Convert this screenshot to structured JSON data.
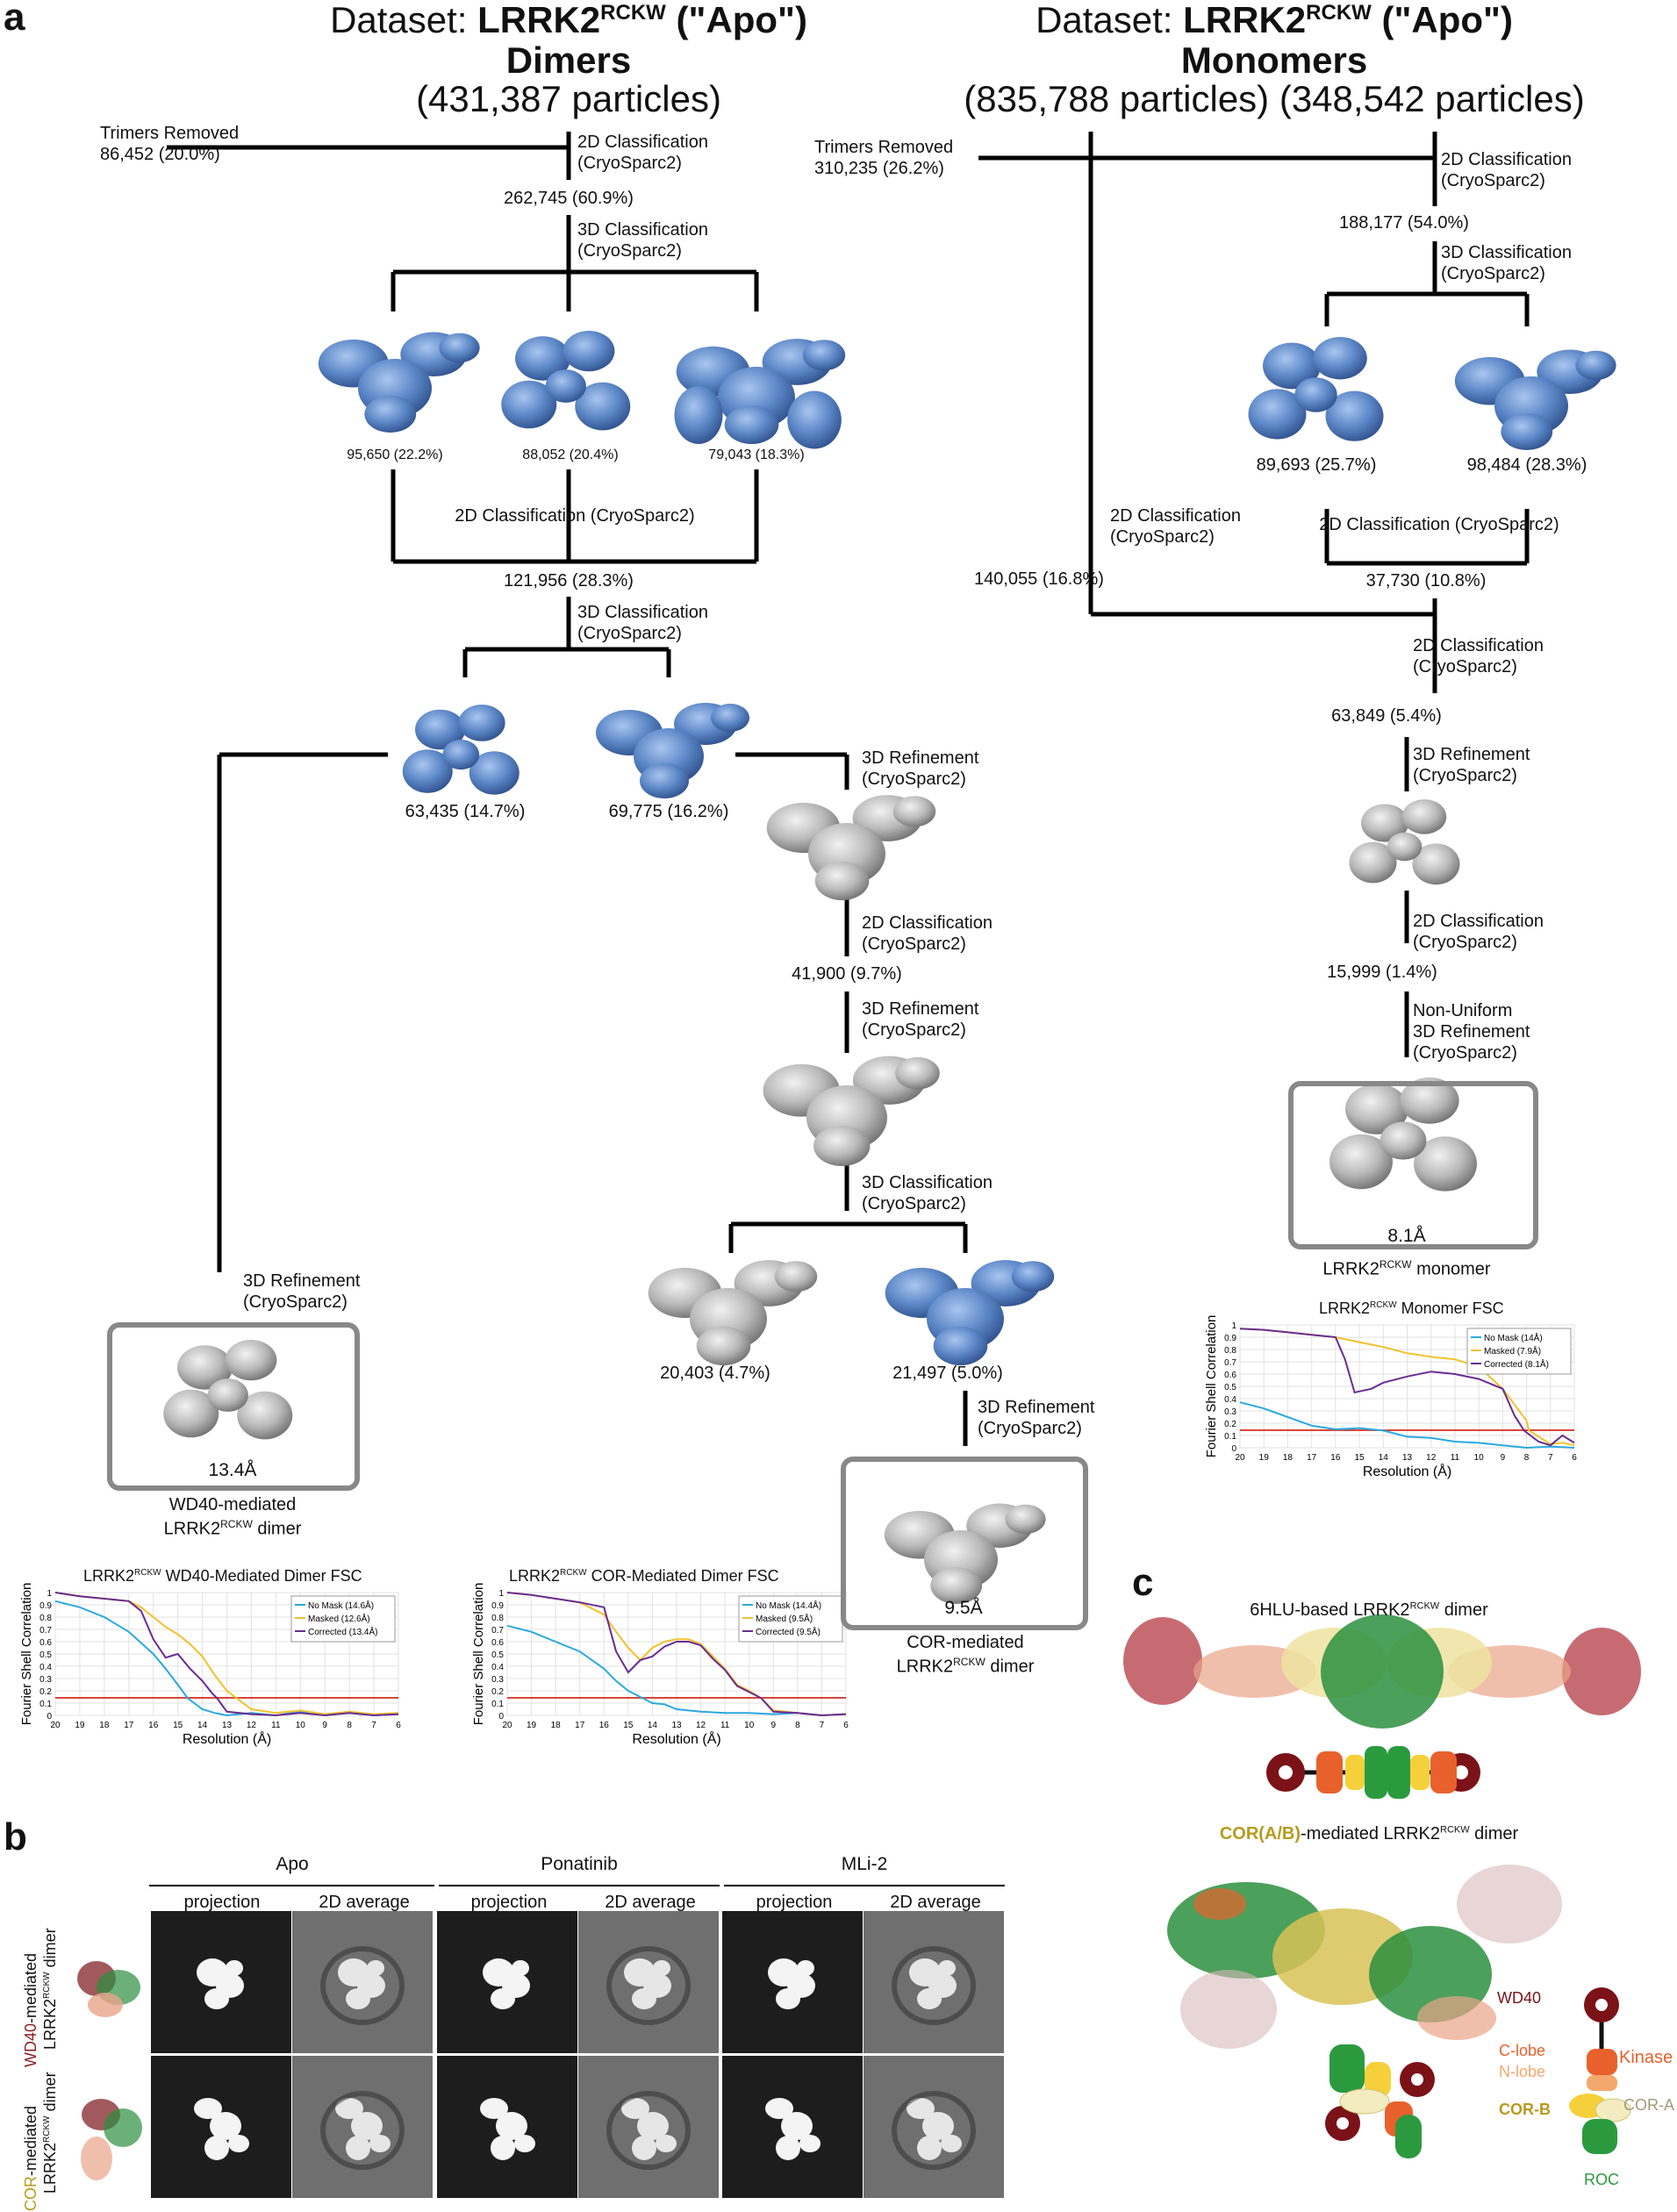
{
  "panels": {
    "a": "a",
    "b": "b",
    "c": "c"
  },
  "header_left": {
    "prefix": "Dataset: ",
    "name": "LRRK2",
    "sup": "RCKW",
    "suffix": " (\"Apo\")",
    "subtitle": "Dimers",
    "count": "(431,387 particles)"
  },
  "header_right": {
    "prefix": "Dataset: ",
    "name": "LRRK2",
    "sup": "RCKW",
    "suffix": " (\"Apo\")",
    "subtitle": "Monomers",
    "count": "(835,788 particles) (348,542 particles)"
  },
  "left": {
    "trimers_removed": "Trimers Removed",
    "trimers_count": "86,452 (20.0%)",
    "step1": "2D Classification",
    "step1b": "(CryoSparc2)",
    "n1": "262,745 (60.9%)",
    "step2": "3D Classification",
    "step2b": "(CryoSparc2)",
    "c1": "95,650 (22.2%)",
    "c2": "88,052 (20.4%)",
    "c3": "79,043 (18.3%)",
    "step3": "2D Classification (CryoSparc2)",
    "n2": "121,956 (28.3%)",
    "step4": "3D Classification",
    "step4b": "(CryoSparc2)",
    "d1": "63,435 (14.7%)",
    "d2": "69,775 (16.2%)",
    "step5": "3D Refinement",
    "step5b": "(CryoSparc2)",
    "step6": "2D Classification",
    "step6b": "(CryoSparc2)",
    "n3": "41,900 (9.7%)",
    "step7": "3D Refinement",
    "step7b": "(CryoSparc2)",
    "step8": "3D Classification",
    "step8b": "(CryoSparc2)",
    "e1": "20,403 (4.7%)",
    "e2": "21,497 (5.0%)",
    "step9": "3D Refinement",
    "step9b": "(CryoSparc2)",
    "cor_res": "9.5Å",
    "cor_label1": "COR-mediated",
    "cor_label2": "LRRK2",
    "cor_sup": "RCKW",
    "cor_label3": " dimer",
    "wd_step": "3D Refinement",
    "wd_stepb": "(CryoSparc2)",
    "wd_res": "13.4Å",
    "wd_label1": "WD40-mediated",
    "wd_label2": "LRRK2",
    "wd_sup": "RCKW",
    "wd_label3": " dimer"
  },
  "right": {
    "trimers_removed": "Trimers Removed",
    "trimers_count": "310,235 (26.2%)",
    "step1": "2D Classification",
    "step1b": "(CryoSparc2)",
    "n1": "188,177 (54.0%)",
    "step2": "3D Classification",
    "step2b": "(CryoSparc2)",
    "c1": "89,693 (25.7%)",
    "c2": "98,484 (28.3%)",
    "side_step": "2D Classification",
    "side_stepb": "(CryoSparc2)",
    "side_n": "140,055 (16.8%)",
    "step3": "2D Classification (CryoSparc2)",
    "n2": "37,730 (10.8%)",
    "step4": "2D Classification",
    "step4b": "(CryoSparc2)",
    "n3": "63,849 (5.4%)",
    "step5": "3D Refinement",
    "step5b": "(CryoSparc2)",
    "step6": "2D Classification",
    "step6b": "(CryoSparc2)",
    "n4": "15,999 (1.4%)",
    "step7": "Non-Uniform",
    "step7b": "3D Refinement",
    "step7c": "(CryoSparc2)",
    "mono_res": "8.1Å",
    "mono_label": "LRRK2",
    "mono_sup": "RCKW",
    "mono_label2": " monomer"
  },
  "fsc_charts": [
    {
      "title_pre": "LRRK2",
      "title_sup": "RCKW",
      "title_post": " WD40-Mediated Dimer FSC",
      "legend": [
        "No Mask (14.6Å)",
        "Masked (12.6Å)",
        "Corrected (13.4Å)"
      ]
    },
    {
      "title_pre": "LRRK2",
      "title_sup": "RCKW",
      "title_post": " COR-Mediated Dimer FSC",
      "legend": [
        "No Mask (14.4Å)",
        "Masked (9.5Å)",
        "Corrected (9.5Å)"
      ]
    },
    {
      "title_pre": "LRRK2",
      "title_sup": "RCKW",
      "title_post": " Monomer FSC",
      "legend": [
        "No Mask (14Å)",
        "Masked (7.9Å)",
        "Corrected (8.1Å)"
      ]
    }
  ],
  "chart_data": [
    {
      "type": "line",
      "title": "LRRK2RCKW WD40-Mediated Dimer FSC",
      "xlabel": "Resolution (Å)",
      "ylabel": "Fourier Shell Correlation",
      "xticks": [
        20,
        19,
        18,
        17,
        16,
        15,
        14,
        13,
        12,
        11,
        10,
        9,
        8,
        7,
        6
      ],
      "yticks": [
        0,
        0.1,
        0.2,
        0.3,
        0.4,
        0.5,
        0.6,
        0.7,
        0.8,
        0.9,
        1
      ],
      "threshold": 0.143,
      "colors": [
        "#2aa9e0",
        "#f2c12e",
        "#6a2c91"
      ],
      "threshold_color": "#d9453a",
      "series": [
        {
          "name": "No Mask (14.6Å)",
          "x": [
            20,
            19,
            18,
            17,
            16,
            15.5,
            15,
            14.6,
            14,
            13.5,
            13,
            12,
            11,
            10,
            9,
            8,
            7,
            6
          ],
          "y": [
            0.93,
            0.88,
            0.8,
            0.68,
            0.5,
            0.38,
            0.25,
            0.14,
            0.05,
            0.02,
            0.0,
            0.02,
            0.0,
            0.03,
            0.0,
            0.02,
            0.0,
            0.01
          ]
        },
        {
          "name": "Masked (12.6Å)",
          "x": [
            20,
            19,
            18,
            17,
            16.5,
            16,
            15.5,
            15,
            14.5,
            14,
            13.5,
            13,
            12.6,
            12,
            11,
            10,
            9,
            8,
            7,
            6
          ],
          "y": [
            1.0,
            0.97,
            0.95,
            0.93,
            0.88,
            0.8,
            0.72,
            0.66,
            0.58,
            0.48,
            0.33,
            0.2,
            0.14,
            0.05,
            0.02,
            0.04,
            0.01,
            0.03,
            0.01,
            0.02
          ]
        },
        {
          "name": "Corrected (13.4Å)",
          "x": [
            20,
            19,
            18,
            17,
            16.5,
            16,
            15.5,
            15,
            14.5,
            14,
            13.6,
            13.4,
            13,
            12,
            11,
            10,
            9,
            8,
            7,
            6
          ],
          "y": [
            1.0,
            0.97,
            0.95,
            0.93,
            0.85,
            0.62,
            0.47,
            0.5,
            0.38,
            0.28,
            0.18,
            0.14,
            0.03,
            0.01,
            0.0,
            0.02,
            0.0,
            0.02,
            0.0,
            0.01
          ]
        }
      ]
    },
    {
      "type": "line",
      "title": "LRRK2RCKW COR-Mediated Dimer FSC",
      "xlabel": "Resolution (Å)",
      "ylabel": "Fourier Shell Correlation",
      "xticks": [
        20,
        19,
        18,
        17,
        16,
        15,
        14,
        13,
        12,
        11,
        10,
        9,
        8,
        7,
        6
      ],
      "yticks": [
        0,
        0.1,
        0.2,
        0.3,
        0.4,
        0.5,
        0.6,
        0.7,
        0.8,
        0.9,
        1
      ],
      "threshold": 0.143,
      "colors": [
        "#2aa9e0",
        "#f2c12e",
        "#6a2c91"
      ],
      "threshold_color": "#d9453a",
      "series": [
        {
          "name": "No Mask (14.4Å)",
          "x": [
            20,
            19,
            18,
            17,
            16,
            15.5,
            15,
            14.4,
            14,
            13.5,
            13,
            12,
            11,
            10,
            9,
            8,
            7,
            6
          ],
          "y": [
            0.73,
            0.68,
            0.6,
            0.52,
            0.38,
            0.28,
            0.2,
            0.14,
            0.1,
            0.09,
            0.05,
            0.03,
            0.02,
            0.02,
            0.01,
            0.02,
            0.0,
            0.01
          ]
        },
        {
          "name": "Masked (9.5Å)",
          "x": [
            20,
            19,
            18,
            17,
            16,
            15.5,
            15,
            14.5,
            14,
            13.5,
            13,
            12.5,
            12,
            11.5,
            11,
            10.5,
            10,
            9.5,
            9,
            8,
            7,
            6
          ],
          "y": [
            1.0,
            0.98,
            0.95,
            0.92,
            0.82,
            0.68,
            0.55,
            0.45,
            0.55,
            0.6,
            0.62,
            0.62,
            0.58,
            0.48,
            0.38,
            0.25,
            0.2,
            0.14,
            0.04,
            0.02,
            0.0,
            0.01
          ]
        },
        {
          "name": "Corrected (9.5Å)",
          "x": [
            20,
            19,
            18,
            17,
            16,
            15.5,
            15,
            14.5,
            14,
            13.5,
            13,
            12.5,
            12,
            11.5,
            11,
            10.5,
            10,
            9.5,
            9,
            8,
            7,
            6
          ],
          "y": [
            1.0,
            0.98,
            0.95,
            0.92,
            0.88,
            0.52,
            0.35,
            0.45,
            0.48,
            0.56,
            0.6,
            0.6,
            0.57,
            0.46,
            0.37,
            0.24,
            0.19,
            0.14,
            0.03,
            0.02,
            0.0,
            0.01
          ]
        }
      ]
    },
    {
      "type": "line",
      "title": "LRRK2RCKW Monomer FSC",
      "xlabel": "Resolution (Å)",
      "ylabel": "Fourier Shell Correlation",
      "xticks": [
        20,
        19,
        18,
        17,
        16,
        15,
        14,
        13,
        12,
        11,
        10,
        9,
        8,
        7,
        6
      ],
      "yticks": [
        0,
        0.1,
        0.2,
        0.3,
        0.4,
        0.5,
        0.6,
        0.7,
        0.8,
        0.9,
        1
      ],
      "threshold": 0.143,
      "colors": [
        "#2aa9e0",
        "#f2c12e",
        "#6a2c91"
      ],
      "threshold_color": "#d9453a",
      "series": [
        {
          "name": "No Mask (14Å)",
          "x": [
            20,
            19,
            18,
            17,
            16,
            15,
            14,
            13,
            12,
            11,
            10,
            9,
            8,
            7,
            6
          ],
          "y": [
            0.37,
            0.32,
            0.25,
            0.18,
            0.15,
            0.16,
            0.14,
            0.09,
            0.08,
            0.05,
            0.04,
            0.02,
            0.0,
            0.01,
            0.0
          ]
        },
        {
          "name": "Masked (7.9Å)",
          "x": [
            20,
            19,
            18,
            17,
            16,
            15,
            14,
            13,
            12,
            11,
            10,
            9,
            8,
            7.9,
            7,
            6.5,
            6
          ],
          "y": [
            0.97,
            0.96,
            0.94,
            0.92,
            0.9,
            0.86,
            0.82,
            0.77,
            0.74,
            0.72,
            0.66,
            0.48,
            0.22,
            0.14,
            0.03,
            0.04,
            0.02
          ]
        },
        {
          "name": "Corrected (8.1Å)",
          "x": [
            20,
            19,
            18,
            17,
            16,
            15.6,
            15.2,
            14.5,
            14,
            13,
            12,
            11,
            10,
            9,
            8.5,
            8.1,
            7.5,
            7,
            6.5,
            6
          ],
          "y": [
            0.97,
            0.96,
            0.94,
            0.92,
            0.9,
            0.72,
            0.45,
            0.48,
            0.53,
            0.58,
            0.62,
            0.6,
            0.56,
            0.48,
            0.26,
            0.14,
            0.05,
            0.02,
            0.1,
            0.04
          ]
        }
      ]
    }
  ],
  "panel_b": {
    "conditions": [
      "Apo",
      "Ponatinib",
      "MLi-2"
    ],
    "subheads": [
      "projection",
      "2D average",
      "projection",
      "2D average",
      "projection",
      "2D average"
    ],
    "row1": {
      "colored": "WD40",
      "label": "-mediated",
      "line2": "LRRK2",
      "sup": "RCKW",
      "line3": " dimer"
    },
    "row2": {
      "colored": "COR",
      "label": "-mediated",
      "line2": "LRRK2",
      "sup": "RCKW",
      "line3": " dimer"
    }
  },
  "panel_c": {
    "title1_pre": "6HLU-based LRRK2",
    "title1_sup": "RCKW",
    "title1_post": " dimer",
    "title2_colored": "COR(A/B)",
    "title2_pre": "-mediated LRRK2",
    "title2_sup": "RCKW",
    "title2_post": " dimer",
    "key": {
      "wd40": "WD40",
      "clobe": "C-lobe",
      "nlobe": "N-lobe",
      "kinase": "Kinase",
      "corb": "COR-B",
      "cora": "COR-A",
      "roc": "ROC"
    },
    "colors": {
      "wd40": "#7b1218",
      "kinase_c": "#e8612c",
      "kinase_n": "#f4a86e",
      "corb": "#f5d03a",
      "cora": "#f3ecc0",
      "roc": "#2b9a3f",
      "density_blue": "#5b86c6",
      "density_gray": "#b9b9b9"
    }
  }
}
